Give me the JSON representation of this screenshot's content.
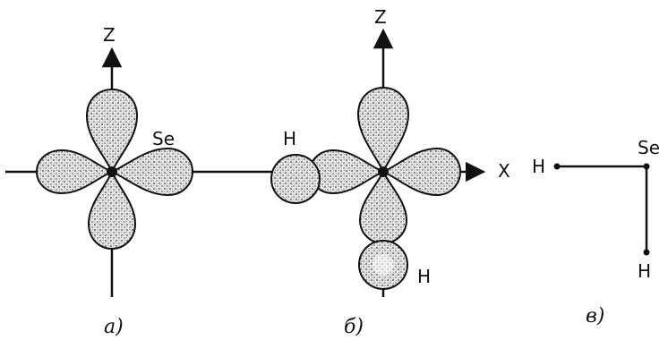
{
  "panel_a": {
    "axis_z": "Z",
    "atom": "Se",
    "caption": "а)"
  },
  "panel_b": {
    "axis_z": "Z",
    "axis_x": "X",
    "hydrogen_left": "H",
    "hydrogen_bottom": "H",
    "caption": "б)"
  },
  "panel_c": {
    "hydrogen_left": "H",
    "atom": "Se",
    "hydrogen_bottom": "H",
    "caption": "в)"
  },
  "colors": {
    "ink": "#111111",
    "lobe_fill": "#d9d9d9",
    "background": "#ffffff"
  }
}
